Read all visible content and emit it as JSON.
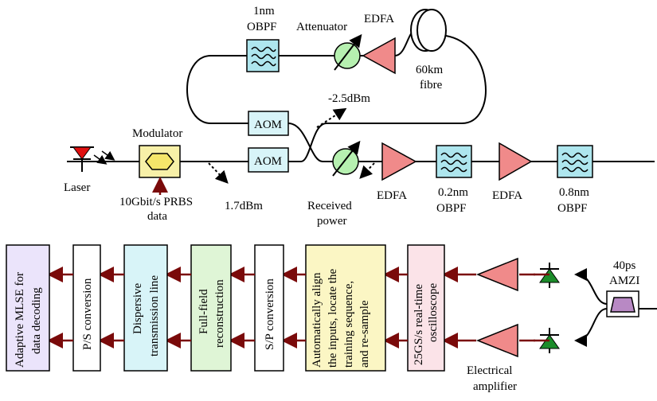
{
  "colors": {
    "fibre": "#000000",
    "electrical_wire": "#7a0a0a",
    "filter_fill": "#aee6ee",
    "amp_fill": "#f08a8a",
    "modulator_fill": "#f7f0a8",
    "modulator_inner": "#f5e66a",
    "attenuator_fill": "#b6f0b0",
    "laser_red": "#e01010",
    "photodiode_green": "#1c8c2a",
    "amzi_fill": "#b889c4",
    "block_white": "#ffffff",
    "block_cyan": "#d8f4f8",
    "block_green": "#dff5d6",
    "block_yellow": "#fbf6c4",
    "block_pink": "#fbe3e8",
    "block_purple": "#ebe4fb"
  },
  "optical": {
    "laser_label": "Laser",
    "modulator_label": "Modulator",
    "prbs_label_line1": "10Gbit/s PRBS",
    "prbs_label_line2": "data",
    "power_tap1": "1.7dBm",
    "aom_upper": "AOM",
    "aom_lower": "AOM",
    "power_tap2": "-2.5dBm",
    "loop_filter_line1": "1nm",
    "loop_filter_line2": "OBPF",
    "loop_attenuator": "Attenuator",
    "loop_amp": "EDFA",
    "fibre_line1": "60km",
    "fibre_line2": "fibre",
    "received_power_line1": "Received",
    "received_power_line2": "power",
    "edfa1": "EDFA",
    "obpf1_line1": "0.2nm",
    "obpf1_line2": "OBPF",
    "edfa2": "EDFA",
    "obpf2_line1": "0.8nm",
    "obpf2_line2": "OBPF"
  },
  "receiver": {
    "amzi_line1": "40ps",
    "amzi_line2": "AMZI",
    "electrical_amp_line1": "Electrical",
    "electrical_amp_line2": "amplifier"
  },
  "dsp_blocks": [
    {
      "line1": "25GS/s real-time",
      "line2": "oscilloscope",
      "line3": ""
    },
    {
      "line1": "Automatically align",
      "line2": "the inputs, locate the",
      "line3": "training sequence,",
      "line4": "and re-sample"
    },
    {
      "line1": "S/P conversion"
    },
    {
      "line1": "Full-field",
      "line2": "reconstruction"
    },
    {
      "line1": "Dispersive",
      "line2": "transmission line"
    },
    {
      "line1": "P/S conversion"
    },
    {
      "line1": "Adaptive MLSE for",
      "line2": "data decoding"
    }
  ]
}
